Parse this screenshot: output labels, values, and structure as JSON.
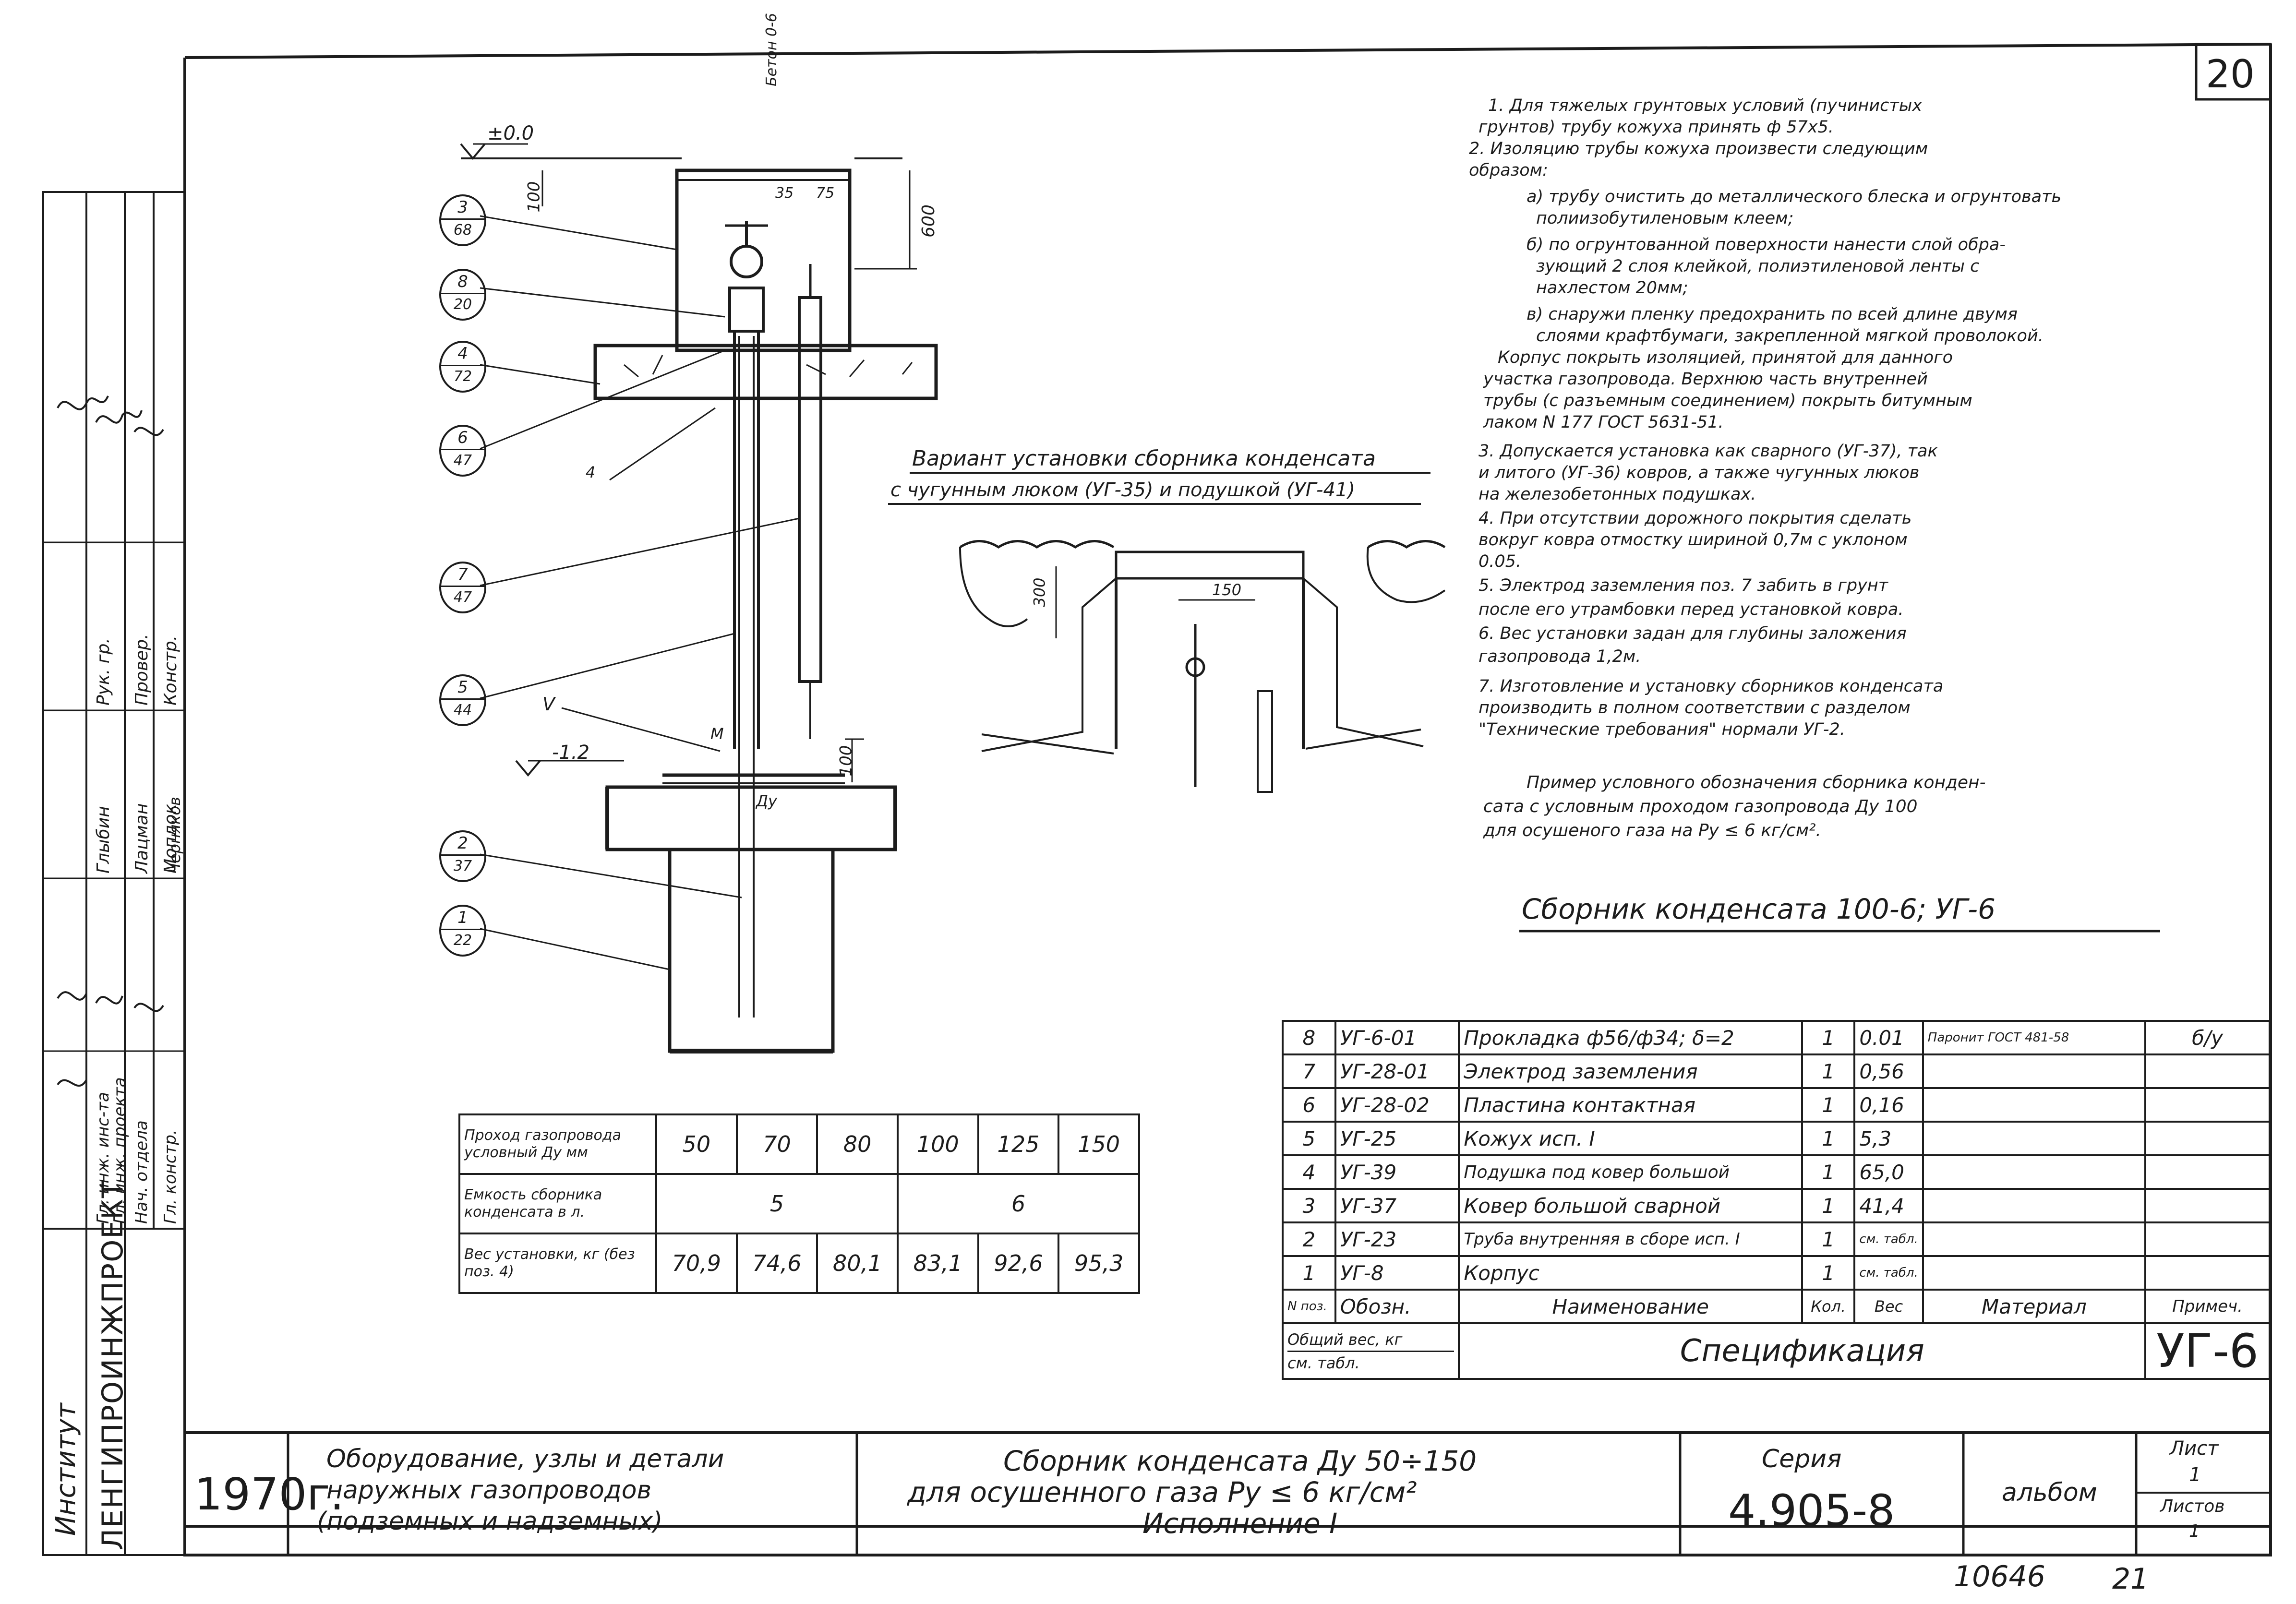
{
  "sheet": {
    "page_number": "20",
    "bottom_number": "10646",
    "bottom_page": "21"
  },
  "stamp_column": {
    "institute_label": "Институт",
    "institute_name": "ЛЕНГИПРОИНЖПРОЕКТ",
    "roles": [
      "Гл. инж. инс-та",
      "Гл. инж. проекта",
      "Нач. отдела",
      "Гл. констр."
    ],
    "upper_roles": [
      "Рук. гр.",
      "Провер.",
      "Констр."
    ],
    "names": [
      "Глыбин",
      "Лацман",
      "Мопдок",
      "Черняков"
    ]
  },
  "drawing": {
    "level_top": "±0.0",
    "level_bottom": "-1.2",
    "dim_100_top": "100",
    "dim_600": "600",
    "dim_35": "35",
    "dim_75": "75",
    "dim_100_bottom": "100",
    "vertical_label": "Бетон 0-6",
    "weld_marks": [
      "V",
      "M",
      "Ду"
    ],
    "weld_symbol": "4",
    "callouts": [
      {
        "num": "3",
        "sheet": "68"
      },
      {
        "num": "8",
        "sheet": "20"
      },
      {
        "num": "4",
        "sheet": "72"
      },
      {
        "num": "6",
        "sheet": "47"
      },
      {
        "num": "7",
        "sheet": "47"
      },
      {
        "num": "5",
        "sheet": "44"
      },
      {
        "num": "2",
        "sheet": "37"
      },
      {
        "num": "1",
        "sheet": "22"
      }
    ]
  },
  "variant": {
    "title_line1": "Вариант установки сборника конденсата",
    "title_line2": "с чугунным люком (УГ-35) и подушкой (УГ-41)",
    "dim_300": "300",
    "dim_150": "150"
  },
  "notes": [
    "1. Для тяжелых грунтовых условий (пучинистых",
    "грунтов) трубу кожуха принять ф 57х5.",
    "2. Изоляцию трубы кожуха произвести следующим",
    "образом:",
    "а) трубу очистить до металлического блеска и огрунтовать",
    "полиизобутиленовым клеем;",
    "б) по огрунтованной поверхности нанести слой обра-",
    "зующий 2 слоя клейкой, полиэтиленовой ленты с",
    "нахлестом 20мм;",
    "в) снаружи пленку предохранить по всей длине двумя",
    "слоями крафтбумаги, закрепленной мягкой проволокой.",
    "Корпус покрыть изоляцией, принятой для данного",
    "участка газопровода. Верхнюю часть внутренней",
    "трубы (с разъемным соединением) покрыть битумным",
    "лаком N 177 ГОСТ 5631-51.",
    "3. Допускается установка как сварного (УГ-37), так",
    "и литого (УГ-36) ковров, а также чугунных люков",
    "на железобетонных подушках.",
    "4. При отсутствии дорожного покрытия сделать",
    "вокруг ковра отмостку шириной 0,7м с уклоном",
    "0.05.",
    "5. Электрод заземления поз. 7 забить в грунт",
    "после его утрамбовки перед установкой ковра.",
    "6. Вес установки задан для глубины заложения",
    "газопровода 1,2м.",
    "7. Изготовление и установку сборников конденсата",
    "производить в полном соответствии с разделом",
    "\"Технические требования\" нормали УГ-2."
  ],
  "example": {
    "line1": "Пример условного обозначения сборника конден-",
    "line2": "сата с условным проходом газопровода Ду 100",
    "line3": "для осушеного газа на Ру ≤ 6 кг/см²."
  },
  "designation": "Сборник конденсата 100-6; УГ-6",
  "capacity_table": {
    "row1_label": "Проход газопровода условный Ду мм",
    "row1_values": [
      "50",
      "70",
      "80",
      "100",
      "125",
      "150"
    ],
    "row2_label": "Емкость сборника конденсата в л.",
    "row2_values": [
      "5",
      "6"
    ],
    "row3_label": "Вес установки, кг (без поз. 4)",
    "row3_values": [
      "70,9",
      "74,6",
      "80,1",
      "83,1",
      "92,6",
      "95,3"
    ]
  },
  "spec_table": {
    "rows": [
      {
        "pos": "8",
        "desig": "УГ-6-01",
        "name": "Прокладка ф56/ф34; δ=2",
        "qty": "1",
        "weight": "0.01",
        "material": "Паронит ГОСТ 481-58",
        "note": "б/у"
      },
      {
        "pos": "7",
        "desig": "УГ-28-01",
        "name": "Электрод заземления",
        "qty": "1",
        "weight": "0,56",
        "material": "",
        "note": ""
      },
      {
        "pos": "6",
        "desig": "УГ-28-02",
        "name": "Пластина контактная",
        "qty": "1",
        "weight": "0,16",
        "material": "",
        "note": ""
      },
      {
        "pos": "5",
        "desig": "УГ-25",
        "name": "Кожух исп. I",
        "qty": "1",
        "weight": "5,3",
        "material": "",
        "note": ""
      },
      {
        "pos": "4",
        "desig": "УГ-39",
        "name": "Подушка под ковер большой",
        "qty": "1",
        "weight": "65,0",
        "material": "",
        "note": ""
      },
      {
        "pos": "3",
        "desig": "УГ-37",
        "name": "Ковер большой сварной",
        "qty": "1",
        "weight": "41,4",
        "material": "",
        "note": ""
      },
      {
        "pos": "2",
        "desig": "УГ-23",
        "name": "Труба внутренняя в сборе исп. I",
        "qty": "1",
        "weight": "см. табл.",
        "material": "",
        "note": ""
      },
      {
        "pos": "1",
        "desig": "УГ-8",
        "name": "Корпус",
        "qty": "1",
        "weight": "см. табл.",
        "material": "",
        "note": ""
      }
    ],
    "header": {
      "pos": "N поз.",
      "desig": "Обозн.",
      "name": "Наименование",
      "qty": "Кол.",
      "weight": "Вес",
      "material": "Материал",
      "note": "Примеч."
    },
    "total_weight_label": "Общий вес, кг",
    "total_weight_value": "см. табл.",
    "spec_label": "Спецификация",
    "code": "УГ-6"
  },
  "title_block": {
    "year": "1970г.",
    "section_line1": "Оборудование, узлы и детали",
    "section_line2": "наружных газопроводов",
    "section_line3": "(подземных и надземных)",
    "title_line1": "Сборник конденсата Ду 50÷150",
    "title_line2": "для осушенного газа Ру ≤ 6 кг/см²",
    "title_line3": "Исполнение I",
    "series_label": "Серия",
    "series_value": "4.905-8",
    "album_label": "альбом",
    "sheet_label": "Лист",
    "sheet_value": "1",
    "sheets_label": "Листов",
    "sheets_value": "1"
  }
}
